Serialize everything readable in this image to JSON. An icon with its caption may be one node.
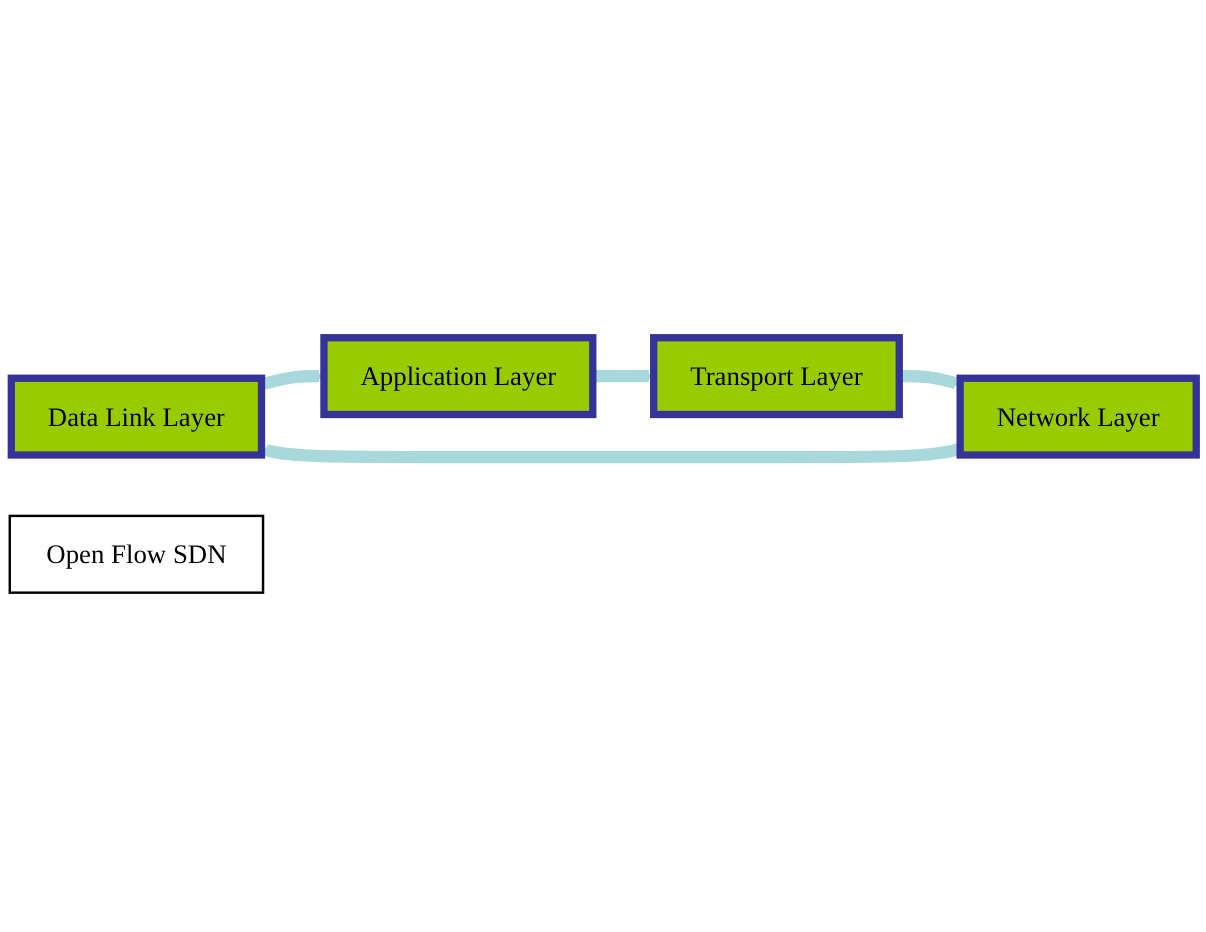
{
  "diagram": {
    "nodes": [
      {
        "text": [
          "Data Link Layer"
        ]
      },
      {
        "text": [
          "Application Layer"
        ]
      },
      {
        "text": [
          "Open Flow SDN"
        ]
      },
      {
        "text": [
          "Network Layer"
        ]
      },
      {
        "text": [
          "Transport Layer"
        ]
      }
    ],
    "edges": [
      {
        "from": 0,
        "to": 1,
        "arrow": "to"
      },
      {
        "from": 1,
        "to": 4,
        "arrow": "to"
      },
      {
        "from": 4,
        "to": 3,
        "arrow": "to"
      },
      {
        "from": 3,
        "to": 0,
        "arrow": "to"
      }
    ]
  }
}
